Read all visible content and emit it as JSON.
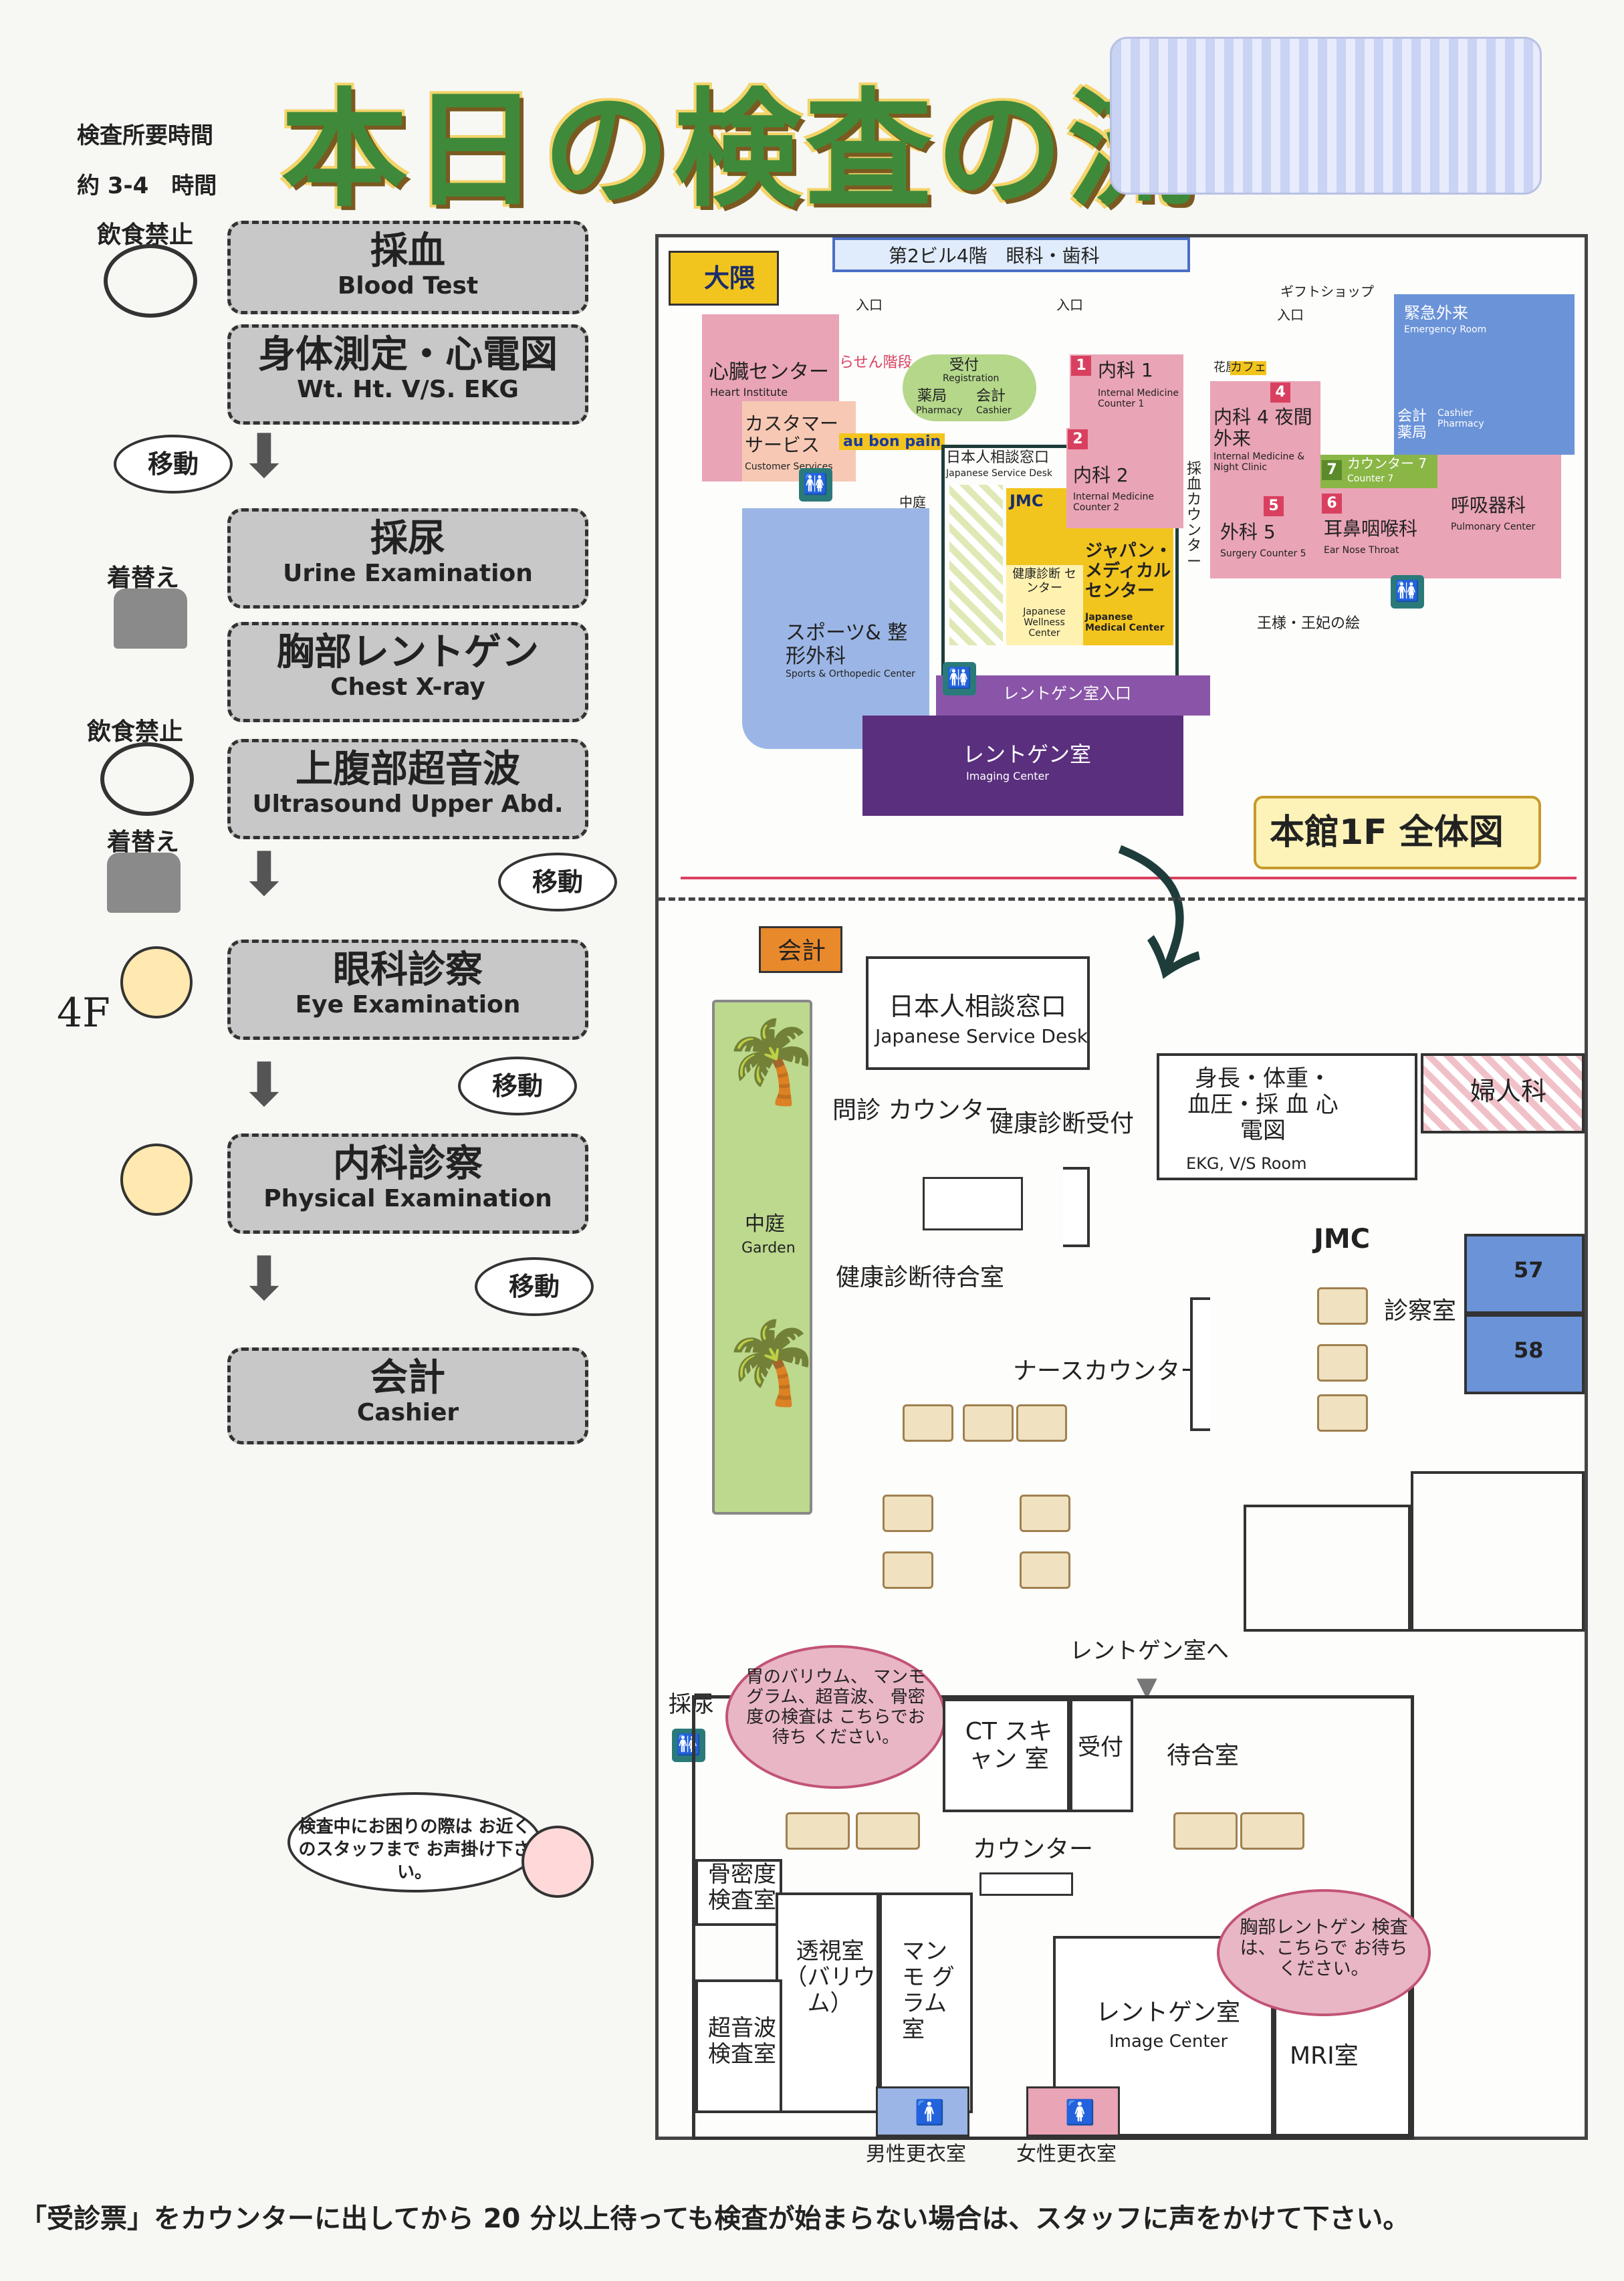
{
  "header": {
    "title": "本日の検査の流",
    "duration_label": "検査所要時間",
    "duration_value": "約 3-4　時間"
  },
  "flow": {
    "steps": [
      {
        "jp": "採血",
        "en": "Blood Test"
      },
      {
        "jp": "身体測定・心電図",
        "en": "Wt. Ht. V/S. EKG"
      },
      {
        "jp": "採尿",
        "en": "Urine Examination"
      },
      {
        "jp": "胸部レントゲン",
        "en": "Chest X-ray"
      },
      {
        "jp": "上腹部超音波",
        "en": "Ultrasound Upper Abd."
      },
      {
        "jp": "眼科診察",
        "en": "Eye Examination"
      },
      {
        "jp": "内科診察",
        "en": "Physical Examination"
      },
      {
        "jp": "会計",
        "en": "Cashier"
      }
    ],
    "move": "移動",
    "no_food": "飲食禁止",
    "change_clothes": "着替え",
    "handwritten": "4F",
    "help_bubble": "検査中にお困りの際は お近くのスタッフまで お声掛け下さい。"
  },
  "map1f": {
    "floor_label": "第2ビル4階　眼科・歯科",
    "logo": "大隈",
    "entrance": "入口",
    "gift_shop": "ギフトショップ",
    "emergency_jp": "緊急外来",
    "emergency_en": "Emergency Room",
    "heart_jp": "心臓センター",
    "heart_en": "Heart Institute",
    "spiral": "らせん階段",
    "reception_jp": "受付",
    "reception_en": "Registration",
    "pharmacy_jp": "薬局",
    "pharmacy_en": "Pharmacy",
    "cashier_jp": "会計",
    "cashier_en": "Cashier",
    "customer_jp": "カスタマー サービス",
    "customer_en": "Customer Services",
    "aubonpain": "au bon pain",
    "court_jp": "中庭",
    "jpdesk_jp": "日本人相談窓口",
    "jpdesk_en": "Japanese Service Desk",
    "jmc": "JMC",
    "wellness_jp": "健康診断 センター",
    "wellness_en": "Japanese Wellness Center",
    "jmc_jp": "ジャパン・ メディカル センター",
    "jmc_en": "Japanese Medical Center",
    "im1_jp": "内科 1",
    "im1_en": "Internal Medicine Counter 1",
    "im2_jp": "内科 2",
    "im2_en": "Internal Medicine Counter 2",
    "im4_jp": "内科 4 夜間外来",
    "im4_en": "Internal Medicine & Night Clinic",
    "surgery_jp": "外科 5",
    "surgery_en": "Surgery Counter 5",
    "ent_jp": "耳鼻咽喉科",
    "ent_en": "Ear Nose Throat",
    "counter7_jp": "カウンター 7",
    "counter7_en": "Counter 7",
    "pulmonary_jp": "呼吸器科",
    "pulmonary_en": "Pulmonary Center",
    "blood_counter": "採血カウンター",
    "flower": "花屋",
    "cafe": "カフェ",
    "king": "王様・王妃の絵",
    "sports_jp": "スポーツ& 整形外科",
    "sports_en": "Sports & Orthopedic Center",
    "xray_entrance": "レントゲン室入口",
    "imaging_jp": "レントゲン室",
    "imaging_en": "Imaging Center",
    "overall": "本館1F 全体図",
    "counter_pharm": "会計 薬局",
    "counter_pharm_en": "Cashier Pharmacy"
  },
  "mapdetail": {
    "cashier": "会計",
    "jpdesk_jp": "日本人相談窓口",
    "jpdesk_en": "Japanese Service Desk",
    "interview": "問診 カウンター",
    "wellness_reception": "健康診断受付",
    "wellness_waiting": "健康診断待合室",
    "nurse": "ナースカウンター",
    "garden_jp": "中庭",
    "garden_en": "Garden",
    "vitals_jp": "身長・体重・ 血圧・採 血 心電図",
    "vitals_en": "EKG, V/S Room",
    "gyn": "婦人科",
    "jmc": "JMC",
    "exam_room": "診察室",
    "room57": "57",
    "room58": "58",
    "to_xray": "レントゲン室へ",
    "urine": "採尿",
    "bubble_barium": "胃のバリウム、 マンモグラム、超音波、 骨密度の検査は こちらでお待ち ください。",
    "ct": "CT スキャン 室",
    "reception": "受付",
    "waiting": "待合室",
    "counter": "カウンター",
    "bone": "骨密度 検査室",
    "fluoro": "透視室 （バリウム）",
    "mammo": "マンモ グラム 室",
    "ultrasound": "超音波 検査室",
    "xray_jp": "レントゲン室",
    "xray_en": "Image Center",
    "mri": "MRI室",
    "bubble_chest": "胸部レントゲン 検査は、こちらで お待ちください。",
    "men_change": "男性更衣室",
    "women_change": "女性更衣室"
  },
  "footer": "「受診票」をカウンターに出してから 20 分以上待っても検査が始まらない場合は、スタッフに声をかけて下さい。",
  "colors": {
    "pink": "#e07ea0",
    "blue": "#6b93d8",
    "purple": "#5a2f7e",
    "yellow": "#f2c41e",
    "green": "#8ab646",
    "orange": "#e8892c"
  }
}
